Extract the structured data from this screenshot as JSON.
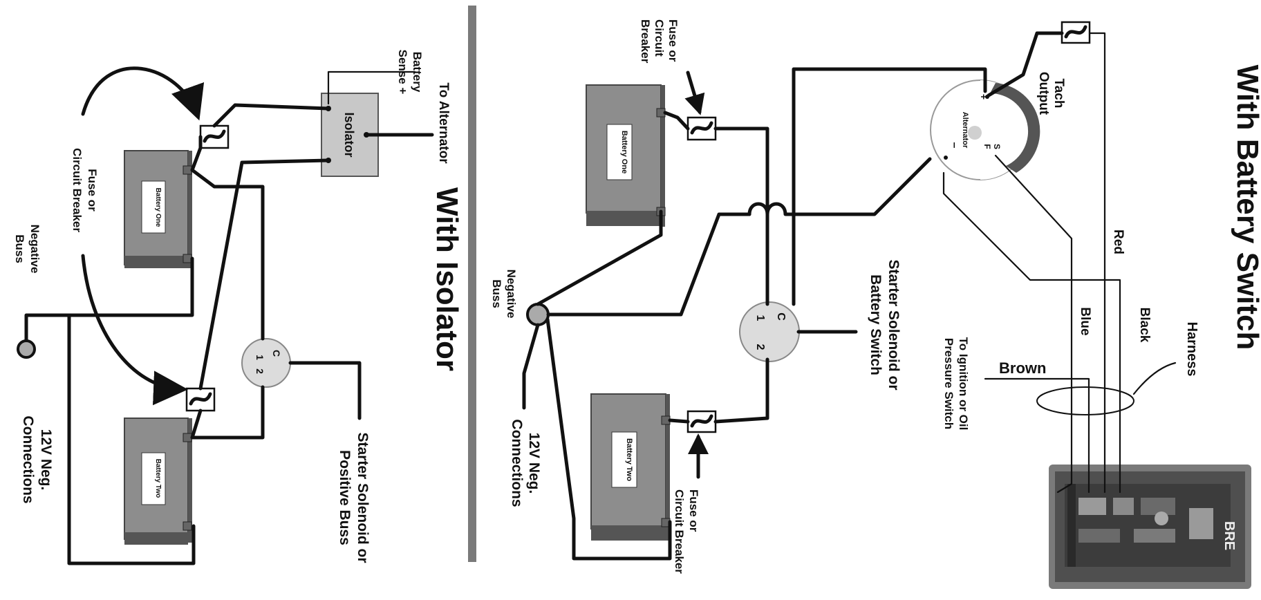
{
  "left_panel": {
    "title": "With Isolator",
    "battery_one": "Battery One",
    "battery_two": "Battery Two",
    "isolator": "Isolator",
    "to_alternator": "To Alternator",
    "battery_sense": [
      "Battery",
      "Sense +"
    ],
    "fuse_or_circuit_breaker": [
      "Fuse or",
      "Circuit Breaker"
    ],
    "negative_buss": [
      "Negative",
      "Buss"
    ],
    "neg_connections": [
      "12V Neg.",
      "Connections"
    ],
    "starter_positive_buss": [
      "Starter Solenoid or",
      "Positive Buss"
    ],
    "switch_labels": {
      "common": "C",
      "one": "1",
      "two": "2"
    }
  },
  "right_panel": {
    "title": "With Battery Switch",
    "battery_one": "Battery One",
    "battery_two": "Battery Two",
    "fuse_top": [
      "Fuse or",
      "Circuit",
      "Breaker"
    ],
    "fuse_bottom": [
      "Fuse or",
      "Circuit Breaker"
    ],
    "negative_buss": [
      "Negative",
      "Buss"
    ],
    "neg_connections": [
      "12V Neg.",
      "Connections"
    ],
    "starter_battery_switch": [
      "Starter Solenoid or",
      "Battery Switch"
    ],
    "switch_labels": {
      "common": "C",
      "one": "1",
      "two": "2"
    },
    "alternator": "Alternator",
    "alt_plus": "+",
    "alt_minus": "–",
    "alt_f": "F",
    "alt_s": "S",
    "tach_output": [
      "Tach",
      "Output"
    ],
    "ignition": [
      "To Ignition or Oil",
      "Pressure Switch"
    ],
    "harness": "Harness",
    "wire_red": "Red",
    "wire_black": "Black",
    "wire_blue": "Blue",
    "wire_brown": "Brown",
    "regulator_logo": "BRE"
  }
}
